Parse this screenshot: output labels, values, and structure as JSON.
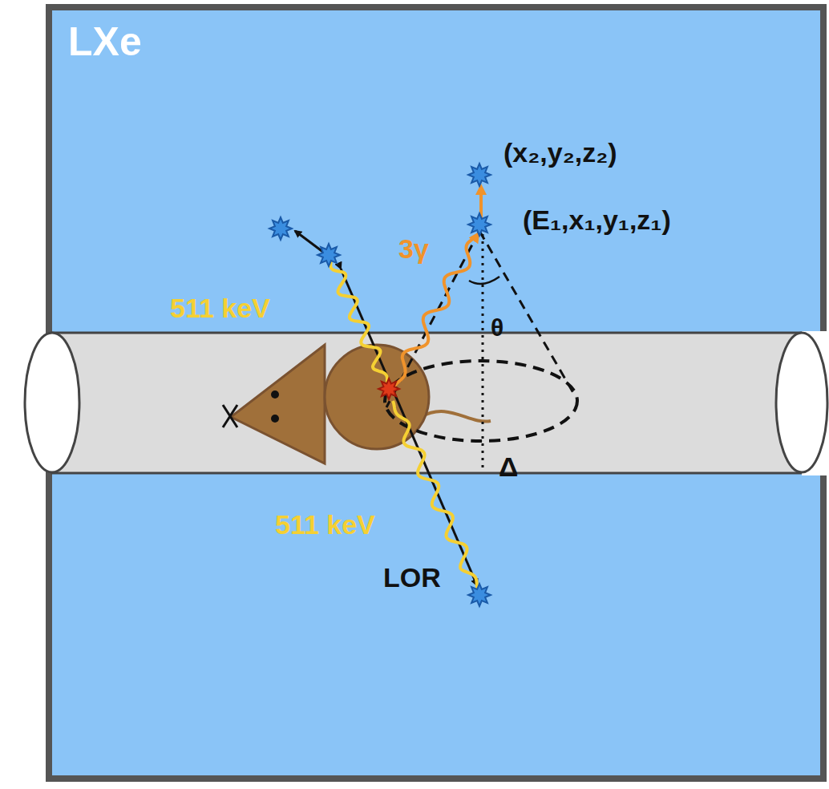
{
  "diagram": {
    "nodes": [
      {
        "text": [
          "LXe"
        ]
      }
    ],
    "labels": [
      "(x₂,y₂,z₂)",
      "(E₁,x₁,y₁,z₁)",
      "3γ",
      "511 keV",
      "511 keV",
      "θ",
      "Δ",
      "LOR"
    ]
  }
}
